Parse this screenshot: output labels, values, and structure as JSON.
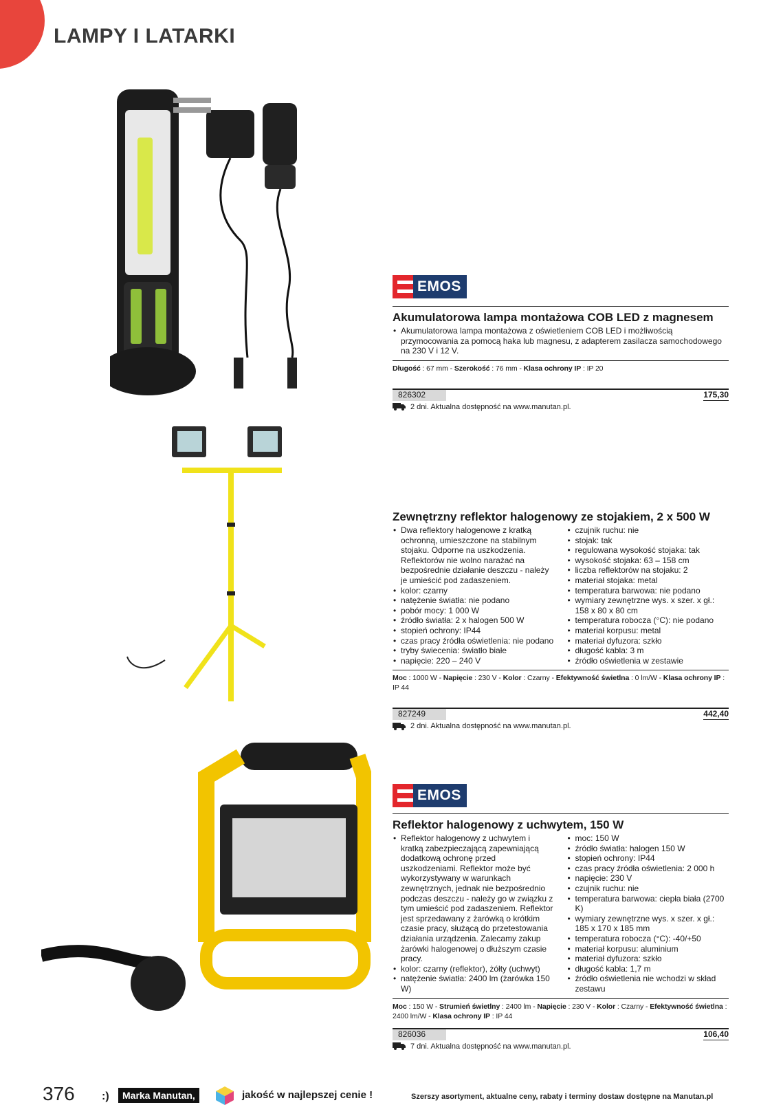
{
  "page": {
    "section_title": "LAMPY I LATARKI",
    "page_number": "376",
    "footer_smile": ":)",
    "footer_brand": "Marka Manutan,",
    "footer_quality": "jakość w najlepszej cenie !",
    "footer_note": "Szerszy asortyment, aktualne ceny, rabaty i terminy dostaw dostępne na Manutan.pl"
  },
  "colors": {
    "accent": "#e8453c",
    "emos_blue": "#1e3c6e",
    "emos_red": "#e3262c"
  },
  "products": [
    {
      "brand": "EMOS",
      "title": "Akumulatorowa lampa montażowa COB LED z magnesem",
      "bullets_left": [
        "Akumulatorowa lampa montażowa z oświetleniem COB LED i możliwością przymocowania za pomocą haka lub magnesu, z adapterem zasilacza samochodowego na 230 V i 12 V."
      ],
      "bullets_right": [],
      "specs": [
        {
          "k": "Długość",
          "v": "67 mm"
        },
        {
          "k": "Szerokość",
          "v": "76 mm"
        },
        {
          "k": "Klasa ochrony IP",
          "v": "IP 20"
        }
      ],
      "sku": "826302",
      "price": "175,30",
      "delivery": "2 dni. Aktualna dostępność na www.manutan.pl."
    },
    {
      "brand": "",
      "title": "Zewnętrzny reflektor halogenowy ze stojakiem, 2 x 500 W",
      "bullets_left": [
        "Dwa reflektory halogenowe z kratką ochronną, umieszczone na stabilnym stojaku. Odporne na uszkodzenia. Reflektorów nie wolno narażać na bezpośrednie działanie deszczu - należy je umieścić pod zadaszeniem.",
        "kolor: czarny",
        "natężenie światła: nie podano",
        "pobór mocy: 1 000 W",
        "źródło światła: 2 x halogen 500 W",
        "stopień ochrony: IP44",
        "czas pracy źródła oświetlenia: nie podano",
        "tryby świecenia: światło białe",
        "napięcie: 220 – 240 V"
      ],
      "bullets_right": [
        "czujnik ruchu: nie",
        "stojak: tak",
        "regulowana wysokość stojaka: tak",
        "wysokość stojaka: 63 – 158 cm",
        "liczba reflektorów na stojaku: 2",
        "materiał stojaka: metal",
        "temperatura barwowa: nie podano",
        "wymiary zewnętrzne wys. x szer. x gł.: 158 x 80 x 80 cm",
        "temperatura robocza (°C): nie podano",
        "materiał korpusu: metal",
        "materiał dyfuzora: szkło",
        "długość kabla: 3 m",
        "źródło oświetlenia w zestawie"
      ],
      "specs": [
        {
          "k": "Moc",
          "v": "1000 W"
        },
        {
          "k": "Napięcie",
          "v": "230 V"
        },
        {
          "k": "Kolor",
          "v": "Czarny"
        },
        {
          "k": "Efektywność świetlna",
          "v": "0 lm/W"
        },
        {
          "k": "Klasa ochrony IP",
          "v": "IP 44"
        }
      ],
      "sku": "827249",
      "price": "442,40",
      "delivery": "2 dni. Aktualna dostępność na www.manutan.pl."
    },
    {
      "brand": "EMOS",
      "title": "Reflektor halogenowy z uchwytem, 150 W",
      "bullets_left": [
        "Reflektor halogenowy z uchwytem i kratką zabezpieczającą zapewniającą dodatkową ochronę przed uszkodzeniami. Reflektor może być wykorzystywany w warunkach zewnętrznych, jednak nie bezpośrednio podczas deszczu - należy go w związku z tym umieścić pod zadaszeniem. Reflektor jest sprzedawany z żarówką o krótkim czasie pracy, służącą do przetestowania działania urządzenia. Zalecamy zakup żarówki halogenowej o dłuższym czasie pracy.",
        "kolor: czarny (reflektor), żółty (uchwyt)",
        "natężenie światła: 2400 lm (żarówka 150 W)"
      ],
      "bullets_right": [
        "moc: 150 W",
        "źródło światła: halogen 150 W",
        "stopień ochrony: IP44",
        "czas pracy źródła oświetlenia: 2 000 h",
        "napięcie: 230 V",
        "czujnik ruchu: nie",
        "temperatura barwowa: ciepła biała (2700 K)",
        "wymiary zewnętrzne wys. x szer. x gł.: 185 x 170 x 185 mm",
        "temperatura robocza (°C): -40/+50",
        "materiał korpusu: aluminium",
        "materiał dyfuzora: szkło",
        "długość kabla: 1,7 m",
        "źródło oświetlenia nie wchodzi w skład zestawu"
      ],
      "specs": [
        {
          "k": "Moc",
          "v": "150 W"
        },
        {
          "k": "Strumień świetlny",
          "v": "2400 lm"
        },
        {
          "k": "Napięcie",
          "v": "230 V"
        },
        {
          "k": "Kolor",
          "v": "Czarny"
        },
        {
          "k": "Efektywność świetlna",
          "v": "2400 lm/W"
        },
        {
          "k": "Klasa ochrony IP",
          "v": "IP 44"
        }
      ],
      "sku": "826036",
      "price": "106,40",
      "delivery": "7 dni. Aktualna dostępność na www.manutan.pl."
    }
  ]
}
